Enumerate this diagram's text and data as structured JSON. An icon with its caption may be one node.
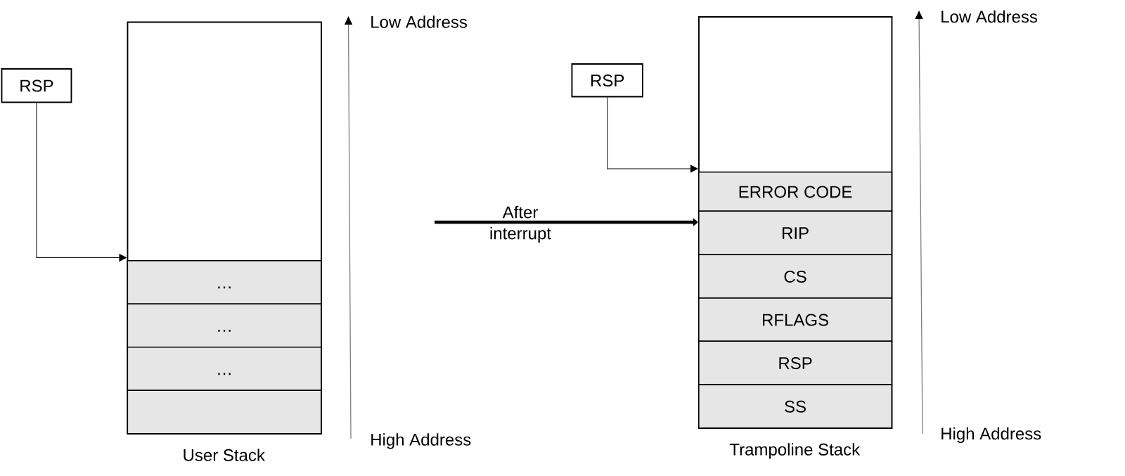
{
  "diagram": {
    "nodes": [
      {
        "text": [
          "RSP"
        ]
      },
      {
        "text": [],
        "shape": "box",
        "beside": [
          "User Stack"
        ]
      },
      {
        "text": [
          "…"
        ],
        "in": 1
      },
      {
        "text": [
          "…"
        ],
        "in": 1
      },
      {
        "text": [
          "…"
        ],
        "in": 1
      },
      {
        "text": [],
        "shape": "box",
        "in": 1
      },
      {
        "text": [
          "RSP"
        ]
      },
      {
        "text": [],
        "shape": "box",
        "beside": [
          "Trampoline Stack"
        ]
      },
      {
        "text": [
          "ERROR CODE"
        ],
        "in": 7
      },
      {
        "text": [
          "RIP"
        ],
        "in": 7
      },
      {
        "text": [
          "CS"
        ],
        "in": 7
      },
      {
        "text": [
          "RFLAGS"
        ],
        "in": 7
      },
      {
        "text": [
          "RSP"
        ],
        "in": 7
      },
      {
        "text": [
          "SS"
        ],
        "in": 7
      }
    ],
    "edges": [
      {
        "from": 0,
        "to": 1,
        "arrow": "to"
      },
      {
        "from": null,
        "to": 7,
        "arrow": "to",
        "label": "After interrupt",
        "style": "thick"
      },
      {
        "from": 6,
        "to": 7,
        "arrow": "to"
      }
    ],
    "labels": [
      "Low Address",
      "High Address",
      "Low Address",
      "High Address"
    ]
  }
}
